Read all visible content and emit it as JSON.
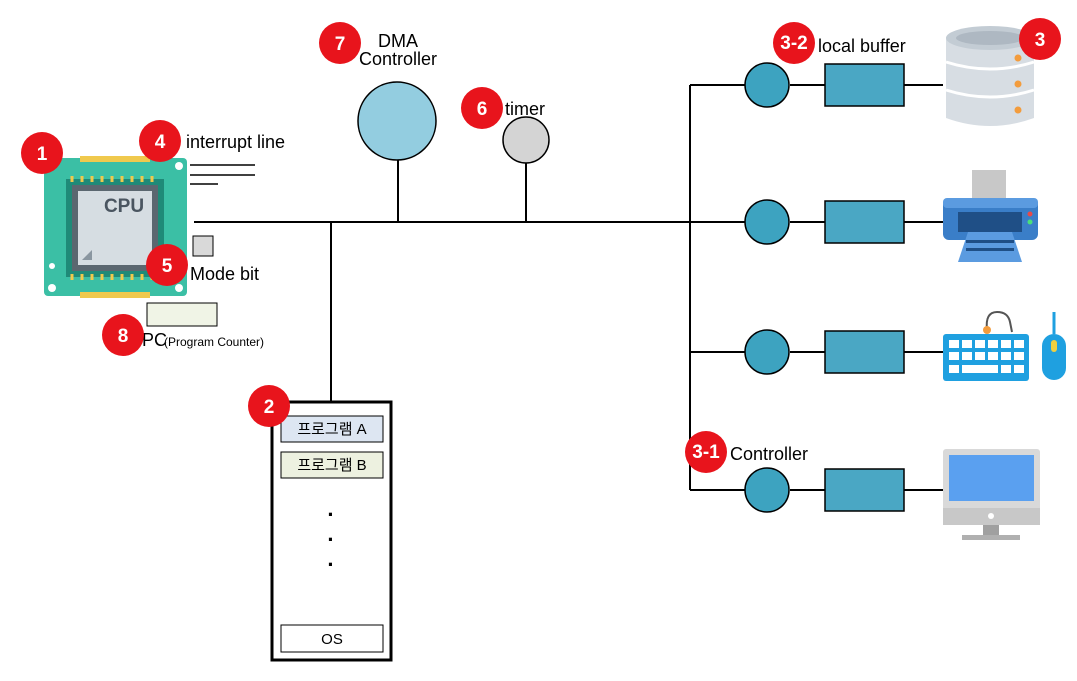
{
  "labels": {
    "dma": "DMA",
    "dma_line2": "Controller",
    "timer": "timer",
    "interrupt_line": "interrupt line",
    "mode_bit": "Mode bit",
    "pc": "PC",
    "pc_detail": "(Program Counter)",
    "local_buffer": "local buffer",
    "controller": "Controller",
    "cpu": "CPU"
  },
  "badges": {
    "cpu": "1",
    "memory": "2",
    "devices": "3",
    "interrupt": "4",
    "mode_bit": "5",
    "timer": "6",
    "dma": "7",
    "pc": "8",
    "controller": "3-1",
    "local_buffer": "3-2"
  },
  "memory": {
    "program_a": "프로그램 A",
    "program_b": "프로그램 B",
    "dots": [
      "·",
      "·",
      "·"
    ],
    "os": "OS"
  },
  "colors": {
    "badge": "#e8141c",
    "controller_fill": "#3da3c0",
    "buffer_fill": "#4aa7c4",
    "dma_fill": "#93cde0",
    "timer_fill": "#d4d4d4",
    "chip_green": "#3bbfa5",
    "program_a_fill": "#dde6f2",
    "program_b_fill": "#edf1e0",
    "pc_fill": "#f0f4e6"
  },
  "icons": {
    "cpu": "cpu-chip-icon",
    "disk": "database-server-icon",
    "printer": "printer-icon",
    "keyboard": "keyboard-mouse-icon",
    "monitor": "monitor-icon"
  }
}
